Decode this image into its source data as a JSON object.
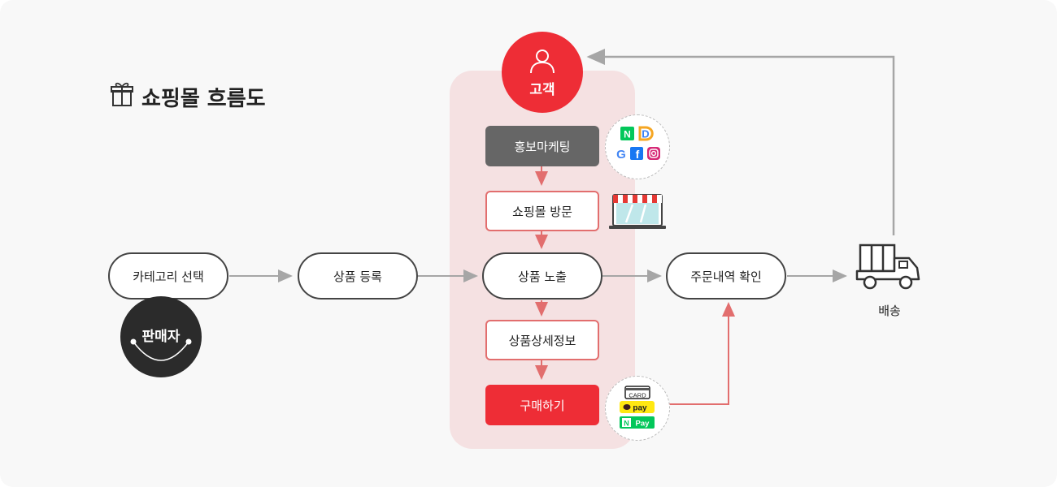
{
  "title": "쇼핑몰 흐름도",
  "seller_label": "판매자",
  "customer_label": "고객",
  "flow": {
    "category_select": "카테고리 선택",
    "product_register": "상품 등록",
    "product_exposure": "상품 노출",
    "order_check": "주문내역 확인",
    "delivery": "배송"
  },
  "customer_steps": {
    "promo_marketing": "홍보마케팅",
    "mall_visit": "쇼핑몰 방문",
    "product_detail": "상품상세정보",
    "purchase": "구매하기"
  },
  "marketing_icons": {
    "naver": "N",
    "daum": "D",
    "google": "G",
    "facebook": "f"
  },
  "payment_icons": {
    "card": "CARD",
    "kakaopay": "pay",
    "naverpay_n": "N",
    "naverpay": "Pay"
  },
  "colors": {
    "accent_red": "#ee2d36",
    "panel_pink": "#f5e1e2",
    "dark_gray": "#666666",
    "seller_black": "#2b2b2b",
    "connector_gray": "#a6a6a6",
    "connector_red": "#e26e6e"
  }
}
